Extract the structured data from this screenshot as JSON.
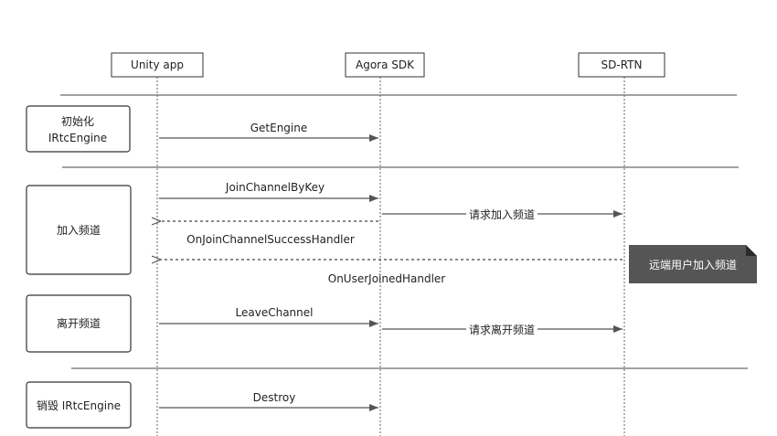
{
  "participants": {
    "unity": "Unity app",
    "agora": "Agora SDK",
    "sdrtn": "SD-RTN"
  },
  "stages": {
    "init_line1": "初始化",
    "init_line2": "IRtcEngine",
    "join": "加入频道",
    "leave": "离开频道",
    "destroy": "销毁 IRtcEngine"
  },
  "messages": {
    "get_engine": "GetEngine",
    "join_channel_by_key": "JoinChannelByKey",
    "request_join": "请求加入频道",
    "on_join_success": "OnJoinChannelSuccessHandler",
    "on_user_joined": "OnUserJoinedHandler",
    "leave_channel": "LeaveChannel",
    "request_leave": "请求离开频道",
    "destroy": "Destroy"
  },
  "note": {
    "remote_user_join": "远端用户加入频道"
  },
  "colors": {
    "line": "#444444",
    "note_bg": "#555555",
    "note_fold": "#2b2b2b"
  }
}
